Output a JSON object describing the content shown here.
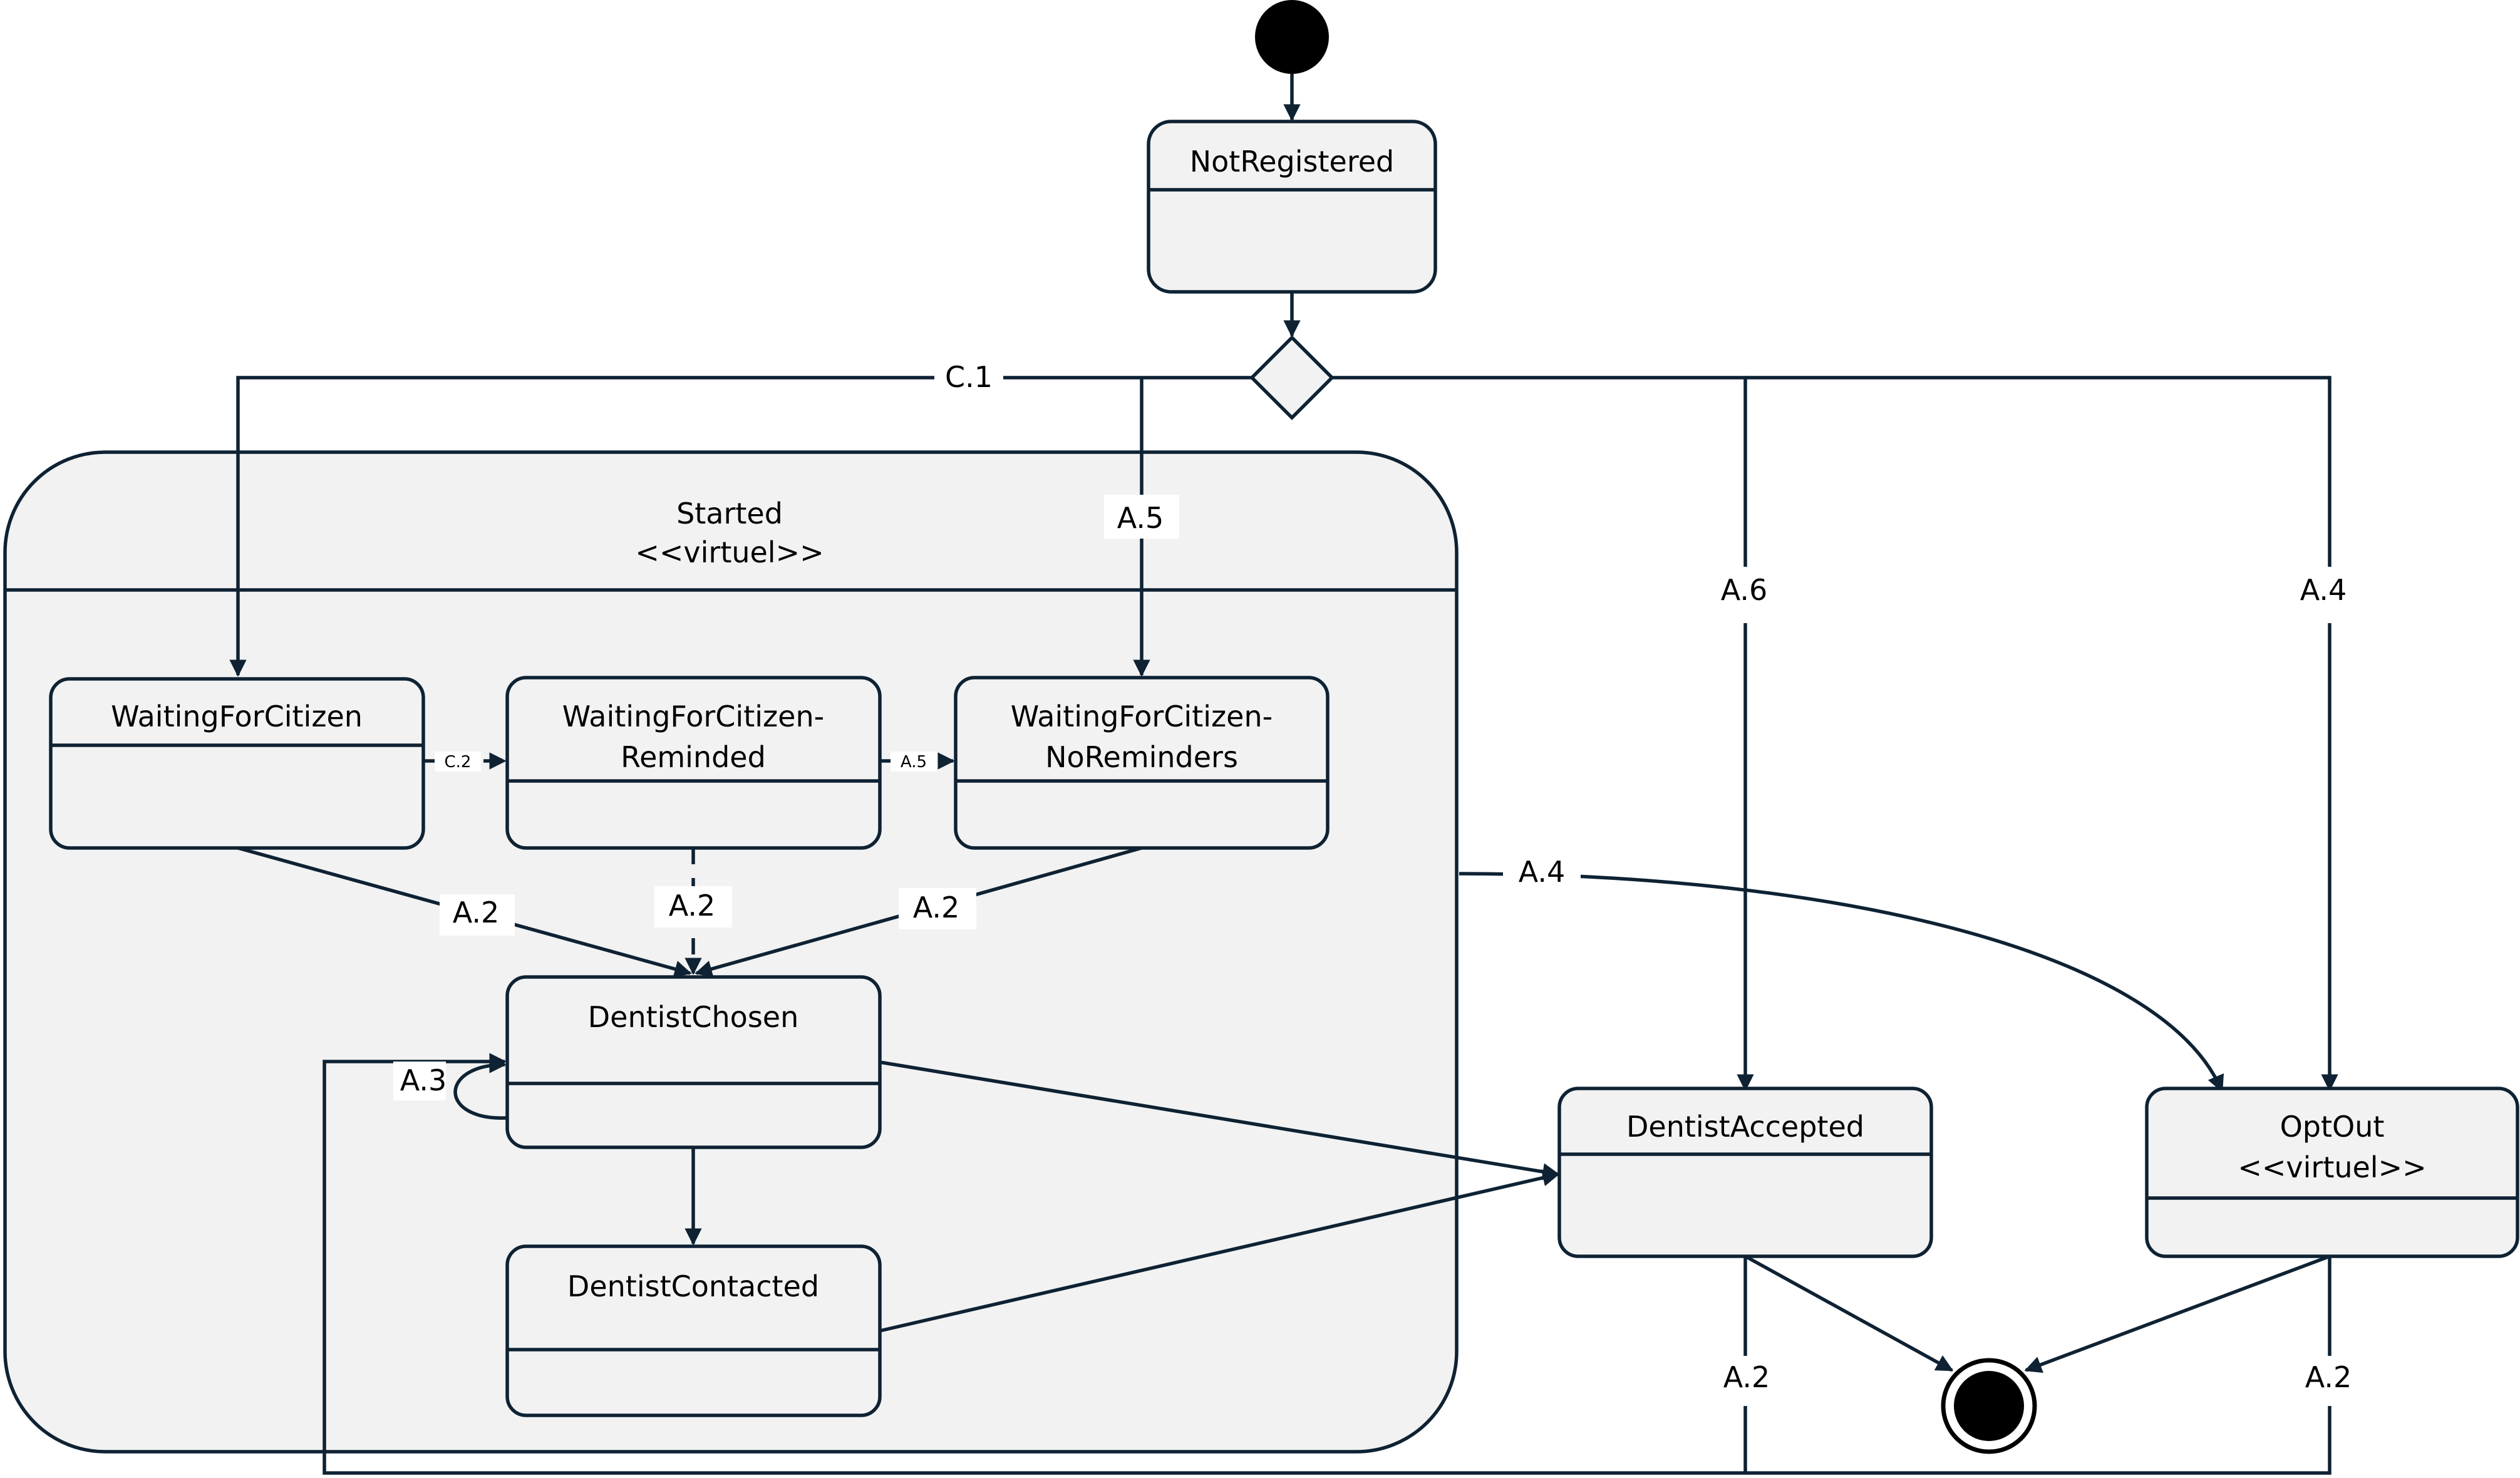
{
  "states": {
    "not_registered": "NotRegistered",
    "started": "Started",
    "started_stereotype": "<<virtuel>>",
    "waiting_for_citizen": "WaitingForCitizen",
    "waiting_reminded_1": "WaitingForCitizen-",
    "waiting_reminded_2": "Reminded",
    "waiting_noreminders_1": "WaitingForCitizen-",
    "waiting_noreminders_2": "NoReminders",
    "dentist_chosen": "DentistChosen",
    "dentist_contacted": "DentistContacted",
    "dentist_accepted": "DentistAccepted",
    "opt_out": "OptOut",
    "opt_out_stereotype": "<<virtuel>>"
  },
  "transitions": {
    "c1": "C.1",
    "a5_top": "A.5",
    "a6": "A.6",
    "a4_top": "A.4",
    "c2": "C.2",
    "a5_small": "A.5",
    "a2_left": "A.2",
    "a2_mid": "A.2",
    "a2_right": "A.2",
    "a3": "A.3",
    "a4_started": "A.4",
    "a2_accepted": "A.2",
    "a2_optout": "A.2"
  },
  "colors": {
    "stroke": "#0e2233",
    "fill": "#f2f2f2"
  }
}
